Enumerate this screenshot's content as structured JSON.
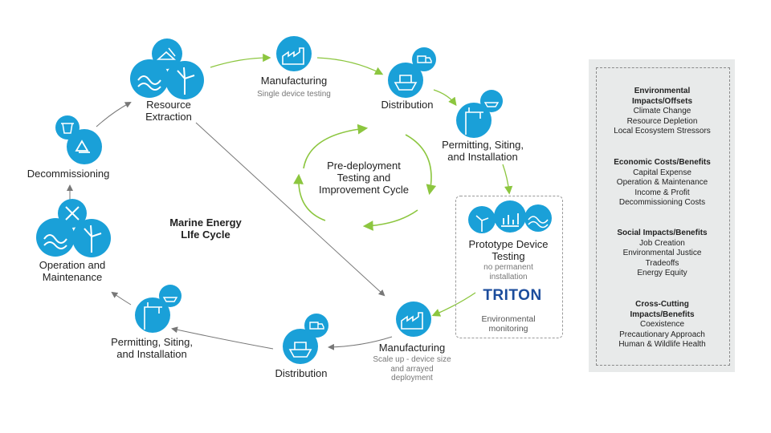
{
  "diagram_title": [
    "Marine Energy",
    "LIfe Cycle"
  ],
  "stages": {
    "resource_extraction": [
      "Resource",
      "Extraction"
    ],
    "manufacturing_top": "Manufacturing",
    "manufacturing_top_sub": "Single device testing",
    "distribution_top": "Distribution",
    "permitting_right": [
      "Permitting, Siting,",
      "and Installation"
    ],
    "pre_deployment": [
      "Pre-deployment",
      "Testing and",
      "Improvement Cycle"
    ],
    "prototype": [
      "Prototype Device",
      "Testing"
    ],
    "prototype_sub": [
      "no permanent",
      "installation"
    ],
    "triton_logo": "TRITON",
    "env_monitoring": [
      "Environmental",
      "monitoring"
    ],
    "manufacturing_bottom": "Manufacturing",
    "manufacturing_bottom_sub": [
      "Scale up - device size",
      "and arrayed",
      "deployment"
    ],
    "distribution_bottom": "Distribution",
    "permitting_left": [
      "Permitting, Siting,",
      "and Installation"
    ],
    "operation": [
      "Operation and",
      "Maintenance"
    ],
    "decommissioning": "Decommissioning"
  },
  "impacts": [
    {
      "heading": [
        "Environmental",
        "Impacts/Offsets"
      ],
      "items": [
        "Climate Change",
        "Resource Depletion",
        "Local Ecosystem Stressors"
      ]
    },
    {
      "heading": [
        "Economic Costs/Benefits"
      ],
      "items": [
        "Capital Expense",
        "Operation & Maintenance",
        "Income & Profit",
        "Decommissioning Costs"
      ]
    },
    {
      "heading": [
        "Social Impacts/Benefits"
      ],
      "items": [
        "Job Creation",
        "Environmental Justice",
        "Tradeoffs",
        "Energy Equity"
      ]
    },
    {
      "heading": [
        "Cross-Cutting",
        "Impacts/Benefits"
      ],
      "items": [
        "Coexistence",
        "Precautionary Approach",
        "Human & Wildlife Health"
      ]
    }
  ],
  "colors": {
    "icon_blue": "#1aa0d8",
    "green_arrow": "#8cc63f",
    "gray_arrow": "#777777",
    "panel_bg": "#e8eaea"
  },
  "icons": [
    "wave-icon",
    "wind-turbine-icon",
    "mining-icon",
    "factory-icon",
    "ship-icon",
    "truck-icon",
    "crane-icon",
    "recycle-icon",
    "trash-bin-icon",
    "tools-icon",
    "chart-icon"
  ]
}
